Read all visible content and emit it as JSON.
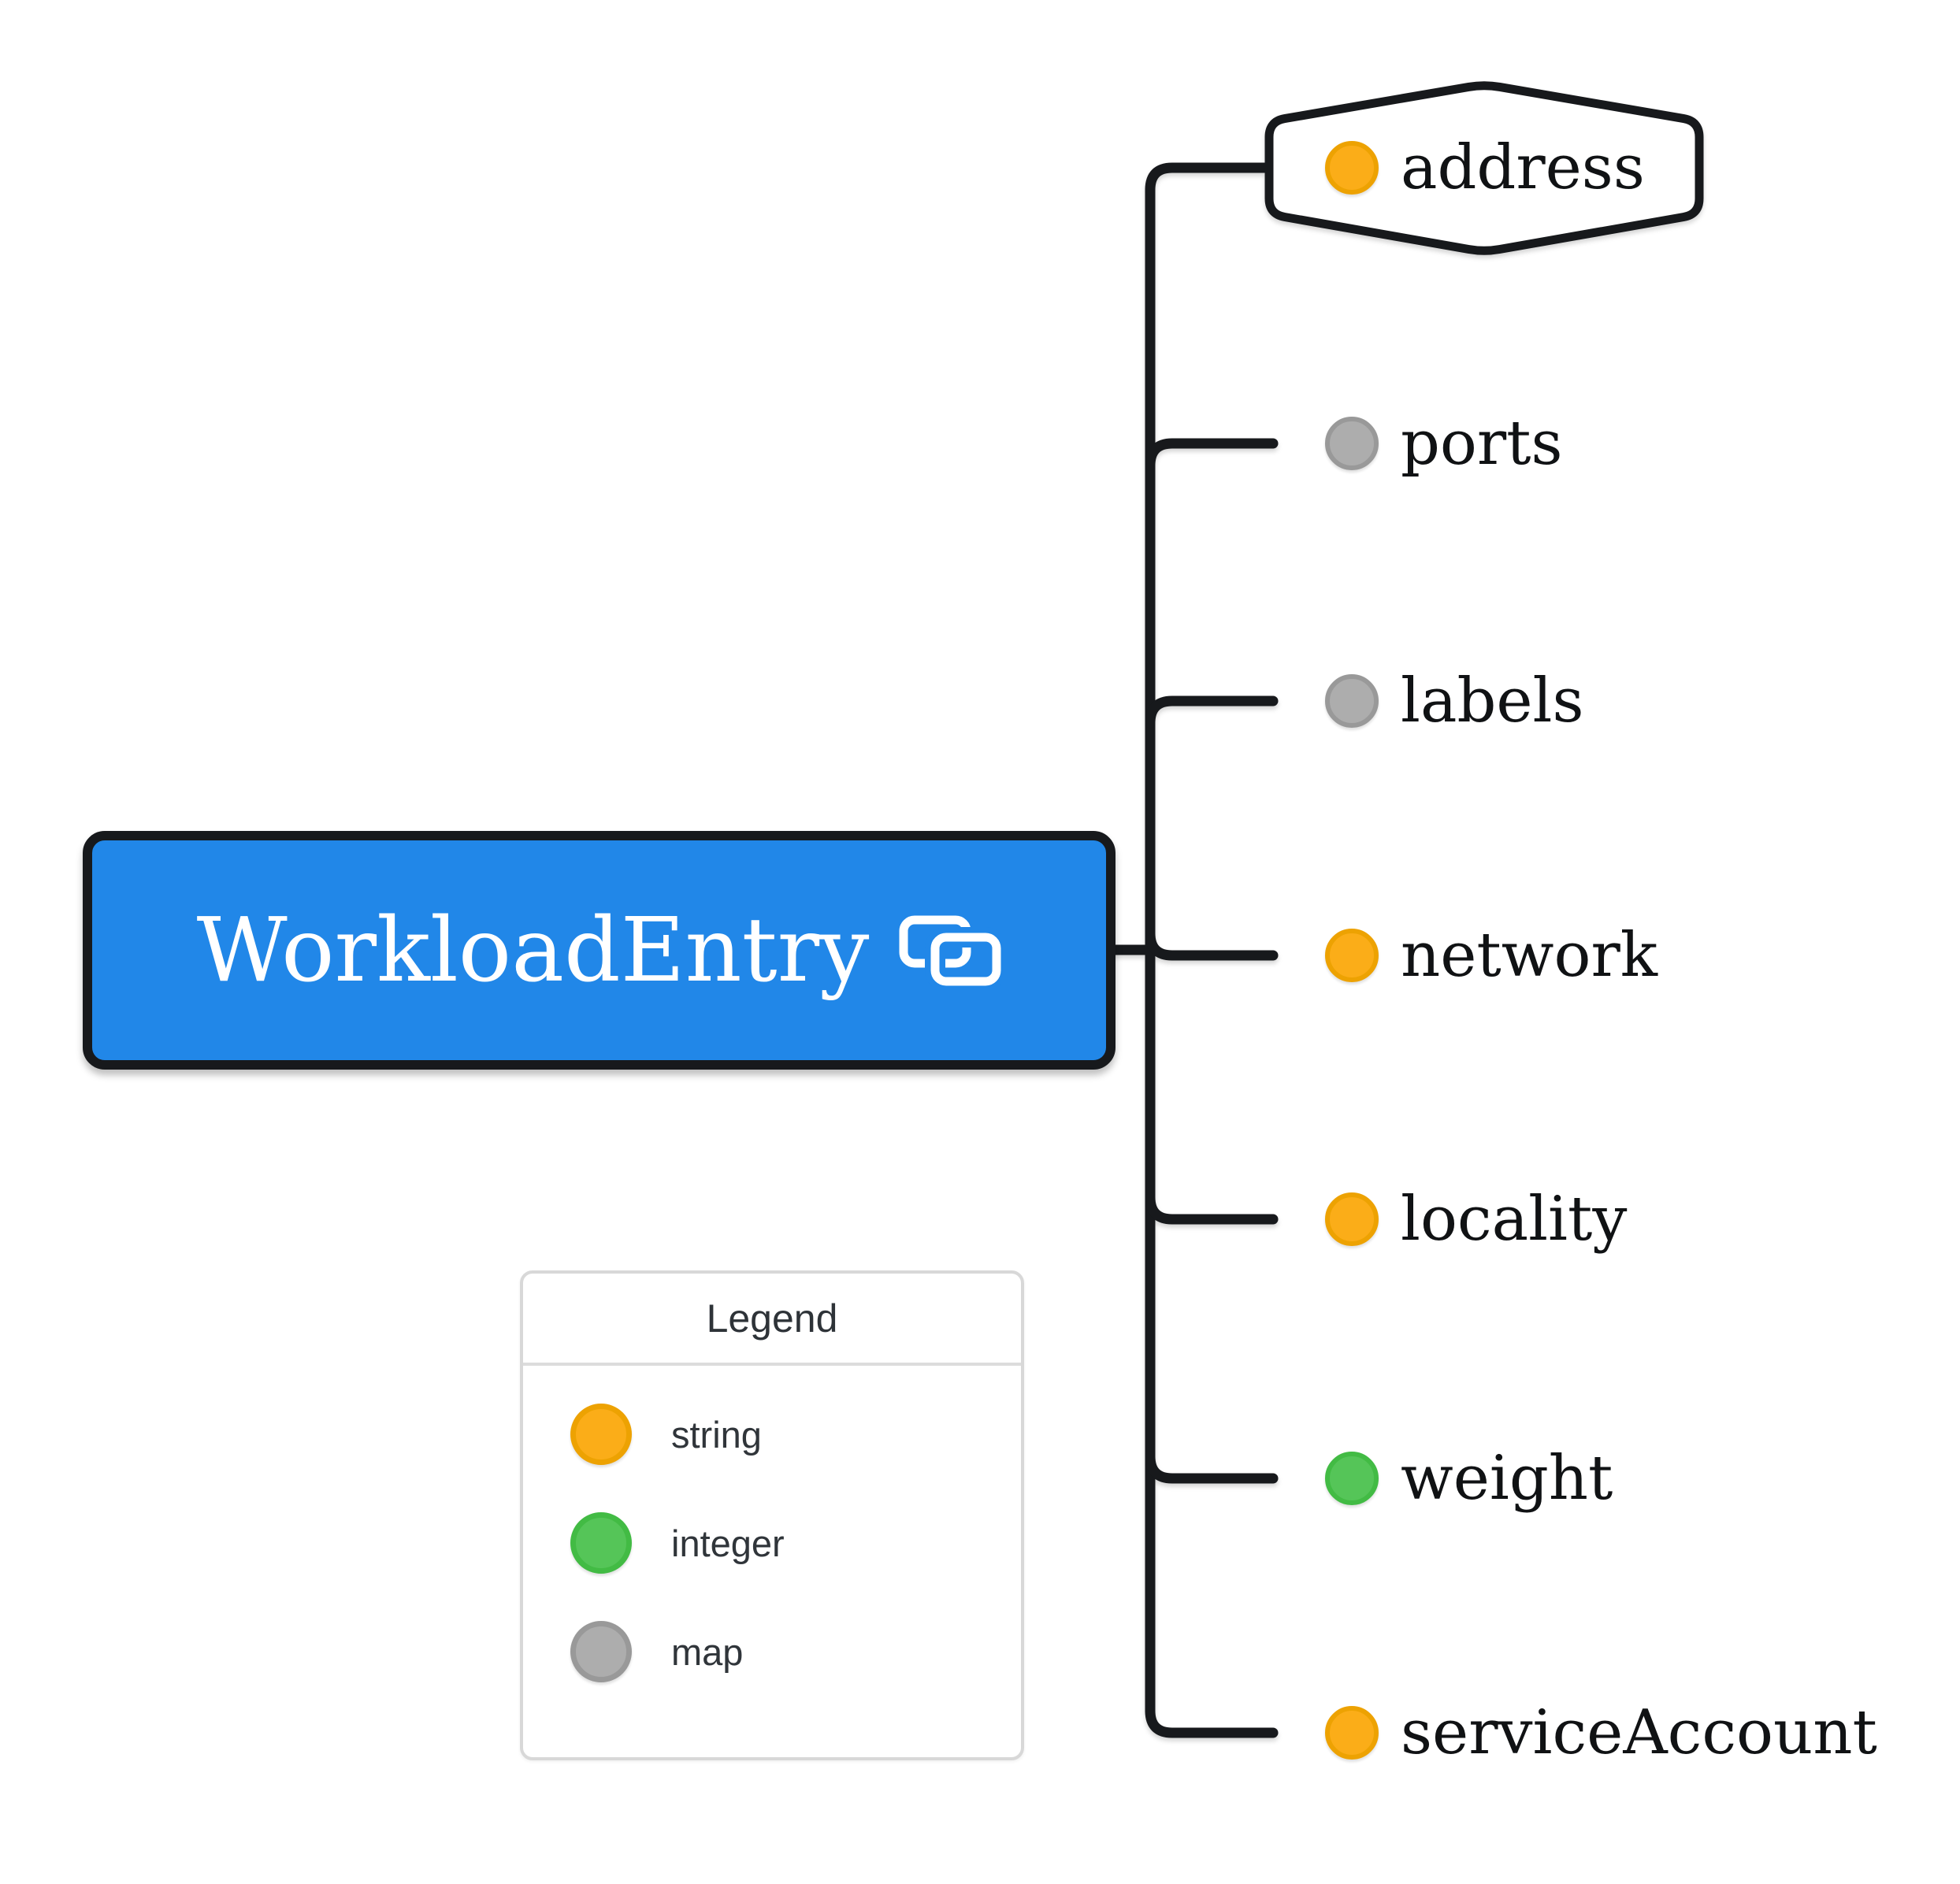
{
  "diagram": {
    "root": {
      "label": "WorkloadEntry",
      "icon": "link-icon"
    },
    "nodes": [
      {
        "id": "address",
        "label": "address",
        "type": "string",
        "shape": "hexagon"
      },
      {
        "id": "ports",
        "label": "ports",
        "type": "map",
        "shape": "plain"
      },
      {
        "id": "labels",
        "label": "labels",
        "type": "map",
        "shape": "plain"
      },
      {
        "id": "network",
        "label": "network",
        "type": "string",
        "shape": "plain"
      },
      {
        "id": "locality",
        "label": "locality",
        "type": "string",
        "shape": "plain"
      },
      {
        "id": "weight",
        "label": "weight",
        "type": "integer",
        "shape": "plain"
      },
      {
        "id": "serviceAccount",
        "label": "serviceAccount",
        "type": "string",
        "shape": "plain"
      }
    ]
  },
  "legend": {
    "title": "Legend",
    "items": [
      {
        "label": "string",
        "type": "string"
      },
      {
        "label": "integer",
        "type": "integer"
      },
      {
        "label": "map",
        "type": "map"
      }
    ]
  },
  "colors": {
    "string": "#FBAD18",
    "string_ring": "#EDA202",
    "integer": "#55C558",
    "integer_ring": "#42BB44",
    "map": "#ADADAD",
    "map_ring": "#999999",
    "root_fill": "#2187E8",
    "line": "#17191C"
  }
}
